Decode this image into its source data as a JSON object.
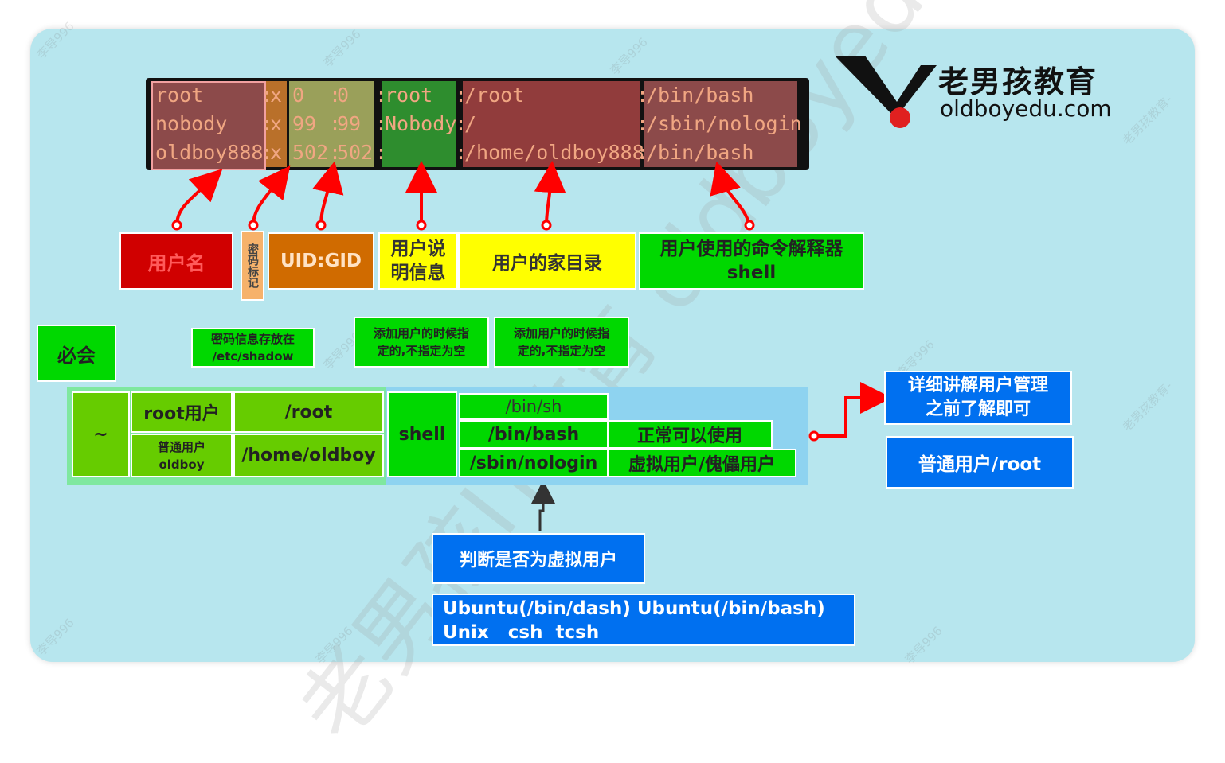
{
  "logo": {
    "brand": "老男孩教育",
    "url": "oldboyedu.com"
  },
  "terminal": {
    "rows": [
      {
        "name": "root",
        "sep": ":",
        "pw": "x",
        "uid": "0",
        "gid": "0",
        "comment": "root",
        "home": "/root",
        "shell": "/bin/bash"
      },
      {
        "name": "nobody",
        "sep": ":",
        "pw": "x",
        "uid": "99",
        "gid": "99",
        "comment": "Nobody",
        "home": "/",
        "shell": "/sbin/nologin"
      },
      {
        "name": "oldboy888",
        "sep": ":",
        "pw": "x",
        "uid": "502",
        "gid": "502",
        "comment": "",
        "home": "/home/oldboy888",
        "shell": "/bin/bash"
      }
    ]
  },
  "fields": {
    "username": "用户名",
    "password_mark": "密码标记",
    "uid_gid": "UID:GID",
    "comment_line1": "用户说",
    "comment_line2": "明信息",
    "home": "用户的家目录",
    "shell_line1": "用户使用的命令解释器",
    "shell_line2": "shell"
  },
  "notes": {
    "must_know": "必会",
    "shadow_line1": "密码信息存放在",
    "shadow_line2": "/etc/shadow",
    "comment_note_line1": "添加用户的时候指",
    "comment_note_line2": "定的,不指定为空",
    "home_note_line1": "添加用户的时候指",
    "home_note_line2": "定的,不指定为空"
  },
  "home_table": {
    "tilde": "~",
    "root_user": "root用户",
    "root_home": "/root",
    "normal_user_line1": "普通用户",
    "normal_user_line2": "oldboy",
    "normal_home": "/home/oldboy"
  },
  "shell_table": {
    "shell": "shell",
    "sh": "/bin/sh",
    "bash": "/bin/bash",
    "bash_desc": "正常可以使用",
    "nologin": "/sbin/nologin",
    "nologin_desc": "虚拟用户/傀儡用户"
  },
  "right_notes": {
    "detail_line1": "详细讲解用户管理",
    "detail_line2": "之前了解即可",
    "normal_root": "普通用户/root"
  },
  "bottom": {
    "judge": "判断是否为虚拟用户",
    "ubuntu_line1": "Ubuntu(/bin/dash) Ubuntu(/bin/bash)",
    "ubuntu_line2": "Unix   csh  tcsh"
  },
  "watermarks": {
    "small": "李导996",
    "brand_small": "老男孩教育-",
    "big": "老男孩IT教育 oldboyedu.com"
  },
  "colors": {
    "card_bg": "#b7e6ee",
    "red": "#d00000",
    "orange": "#f3a451",
    "brown_orange": "#d06b00",
    "yellow": "#ffff00",
    "yellow_green": "#c4d400",
    "green": "#00d800",
    "lime": "#66cc00",
    "blue": "#0070f0",
    "arrow": "#ff0000"
  }
}
